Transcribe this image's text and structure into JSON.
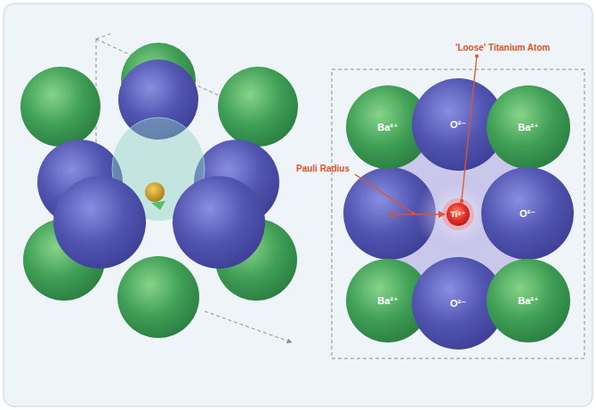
{
  "diagram": {
    "nodes": [
      {
        "text": [
          "Ba²⁺"
        ]
      },
      {
        "text": [
          "O²⁻"
        ]
      },
      {
        "text": [
          "Ba²⁺"
        ]
      },
      {
        "text": [
          "Ti⁴⁺"
        ]
      },
      {
        "text": [
          "O²⁻"
        ]
      },
      {
        "text": [
          "Ba²⁺"
        ]
      },
      {
        "text": [
          "O²⁻"
        ]
      },
      {
        "text": [
          "Ba²⁺"
        ]
      }
    ],
    "labels": [
      "'Loose' Titanium Atom",
      "Pauli Radius"
    ]
  }
}
